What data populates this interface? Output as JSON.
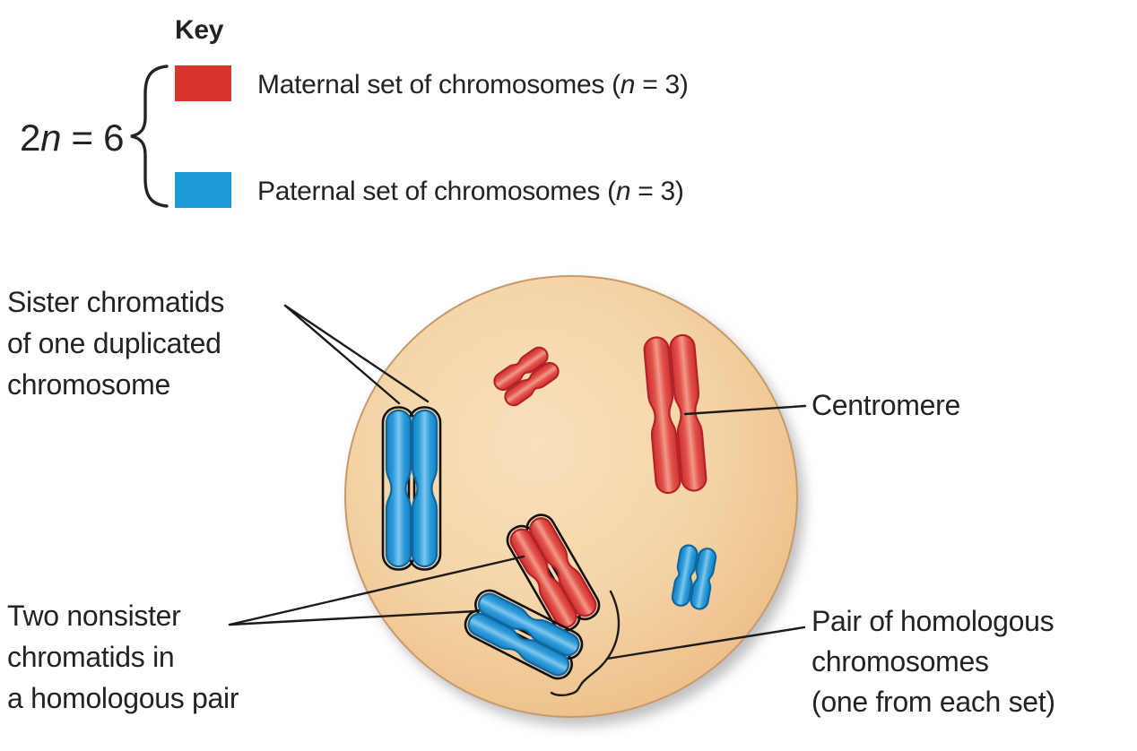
{
  "key": {
    "title": "Key",
    "ploidy": {
      "prefix": "2",
      "symbol": "n",
      "suffix": " = 6"
    },
    "items": [
      {
        "name": "maternal",
        "label_prefix": "Maternal set of chromosomes (",
        "symbol": "n",
        "label_suffix": " = 3)",
        "color": "#d8352e"
      },
      {
        "name": "paternal",
        "label_prefix": "Paternal set of chromosomes (",
        "symbol": "n",
        "label_suffix": " = 3)",
        "color": "#1b9ad5"
      }
    ]
  },
  "labels": {
    "sister": {
      "line1": "Sister chromatids",
      "line2": "of one duplicated",
      "line3": "chromosome"
    },
    "centromere": {
      "line1": "Centromere"
    },
    "nonsister": {
      "line1": "Two nonsister",
      "line2": "chromatids in",
      "line3": "a homologous pair"
    },
    "pair": {
      "line1": "Pair of homologous",
      "line2": "chromosomes",
      "line3": "(one from each set)"
    }
  },
  "colors": {
    "maternal_red": "#d8352e",
    "paternal_blue": "#1b9ad5",
    "cell_fill": "#f2d0a0",
    "cell_rim": "#c59a6e",
    "line_black": "#1b1b1b",
    "text": "#232323"
  }
}
